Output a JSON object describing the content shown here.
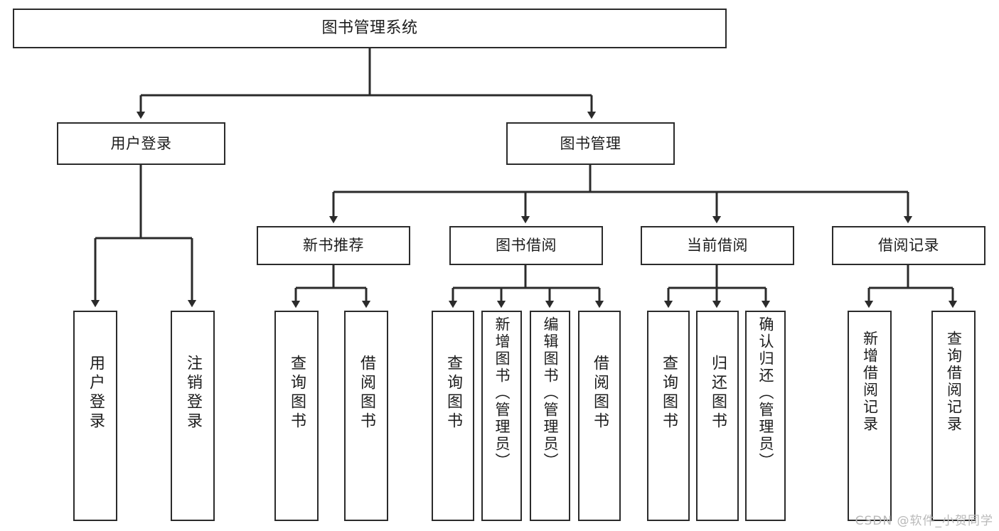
{
  "diagram": {
    "title": "图书管理系统",
    "type": "hierarchy-tree",
    "watermark": "CSDN @软件_小贺同学",
    "colors": {
      "stroke": "#2b2b2b",
      "fill": "#ffffff",
      "text": "#1d1d1d",
      "watermark": "#b9b9b9"
    },
    "levels": [
      {
        "level": 1,
        "nodes": [
          {
            "id": "root",
            "label": "图书管理系统",
            "orientation": "horizontal"
          }
        ]
      },
      {
        "level": 2,
        "nodes": [
          {
            "id": "login",
            "label": "用户登录",
            "orientation": "horizontal",
            "parent": "root"
          },
          {
            "id": "bookmg",
            "label": "图书管理",
            "orientation": "horizontal",
            "parent": "root"
          }
        ]
      },
      {
        "level": 3,
        "nodes": [
          {
            "id": "newrec",
            "label": "新书推荐",
            "orientation": "horizontal",
            "parent": "bookmg"
          },
          {
            "id": "borrow",
            "label": "图书借阅",
            "orientation": "horizontal",
            "parent": "bookmg"
          },
          {
            "id": "current",
            "label": "当前借阅",
            "orientation": "horizontal",
            "parent": "bookmg"
          },
          {
            "id": "history",
            "label": "借阅记录",
            "orientation": "horizontal",
            "parent": "bookmg"
          }
        ]
      },
      {
        "level": 4,
        "nodes": [
          {
            "id": "l1",
            "label": "用户登录",
            "orientation": "vertical",
            "parent": "login"
          },
          {
            "id": "l2",
            "label": "注销登录",
            "orientation": "vertical",
            "parent": "login"
          },
          {
            "id": "l3",
            "label": "查询图书",
            "orientation": "vertical",
            "parent": "newrec"
          },
          {
            "id": "l4",
            "label": "借阅图书",
            "orientation": "vertical",
            "parent": "newrec"
          },
          {
            "id": "l5",
            "label": "查询图书",
            "orientation": "vertical",
            "parent": "borrow"
          },
          {
            "id": "l6",
            "label": "新增图书（管理员）",
            "orientation": "vertical",
            "parent": "borrow"
          },
          {
            "id": "l7",
            "label": "编辑图书（管理员）",
            "orientation": "vertical",
            "parent": "borrow"
          },
          {
            "id": "l8",
            "label": "借阅图书",
            "orientation": "vertical",
            "parent": "borrow"
          },
          {
            "id": "l9",
            "label": "查询图书",
            "orientation": "vertical",
            "parent": "current"
          },
          {
            "id": "l10",
            "label": "归还图书",
            "orientation": "vertical",
            "parent": "current"
          },
          {
            "id": "l11",
            "label": "确认归还（管理员）",
            "orientation": "vertical",
            "parent": "current"
          },
          {
            "id": "l12",
            "label": "新增借阅记录",
            "orientation": "vertical",
            "parent": "history"
          },
          {
            "id": "l13",
            "label": "查询借阅记录",
            "orientation": "vertical",
            "parent": "history"
          }
        ]
      }
    ]
  }
}
